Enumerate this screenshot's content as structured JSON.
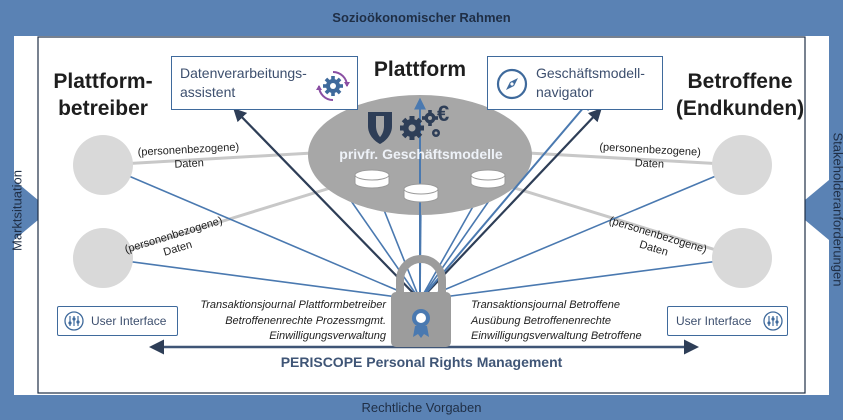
{
  "frame": {
    "top": "Sozioökonomischer Rahmen",
    "bottom": "Rechtliche Vorgaben",
    "left": "Marktsituation",
    "right": "Stakeholderanforderungen"
  },
  "headings": {
    "operator_line1": "Plattform-",
    "operator_line2": "betreiber",
    "platform": "Plattform",
    "affected_line1": "Betroffene",
    "affected_line2": "(Endkunden)"
  },
  "boxes": {
    "assistant_line1": "Datenverarbeitungs-",
    "assistant_line2": "assistent",
    "navigator_line1": "Geschäftsmodell-",
    "navigator_line2": "navigator"
  },
  "platform_ellipse": {
    "label": "privfr. Geschäftsmodelle",
    "currency_symbol": "€"
  },
  "edge_labels": {
    "line1": "(personenbezogene)",
    "line2": "Daten"
  },
  "prm": {
    "left_lines": [
      "Transaktionsjournal Plattformbetreiber",
      "Betroffenenrechte Prozessmgmt.",
      "Einwilligungsverwaltung"
    ],
    "right_lines": [
      "Transaktionsjournal Betroffene",
      "Ausübung Betroffenenrechte",
      "Einwilligungsverwaltung Betroffene"
    ],
    "title": "PERISCOPE Personal Rights Management"
  },
  "ui": {
    "left_label": "User Interface",
    "right_label": "User Interface"
  },
  "colors": {
    "frame": "#5a82b4",
    "inner_border": "#1f2e45",
    "arrow_dark": "#2e3e57",
    "arrow_blue": "#4a79b0",
    "node": "#d9d9d9",
    "ellipse": "#a7a7a7",
    "lock": "#9c9c9c"
  }
}
